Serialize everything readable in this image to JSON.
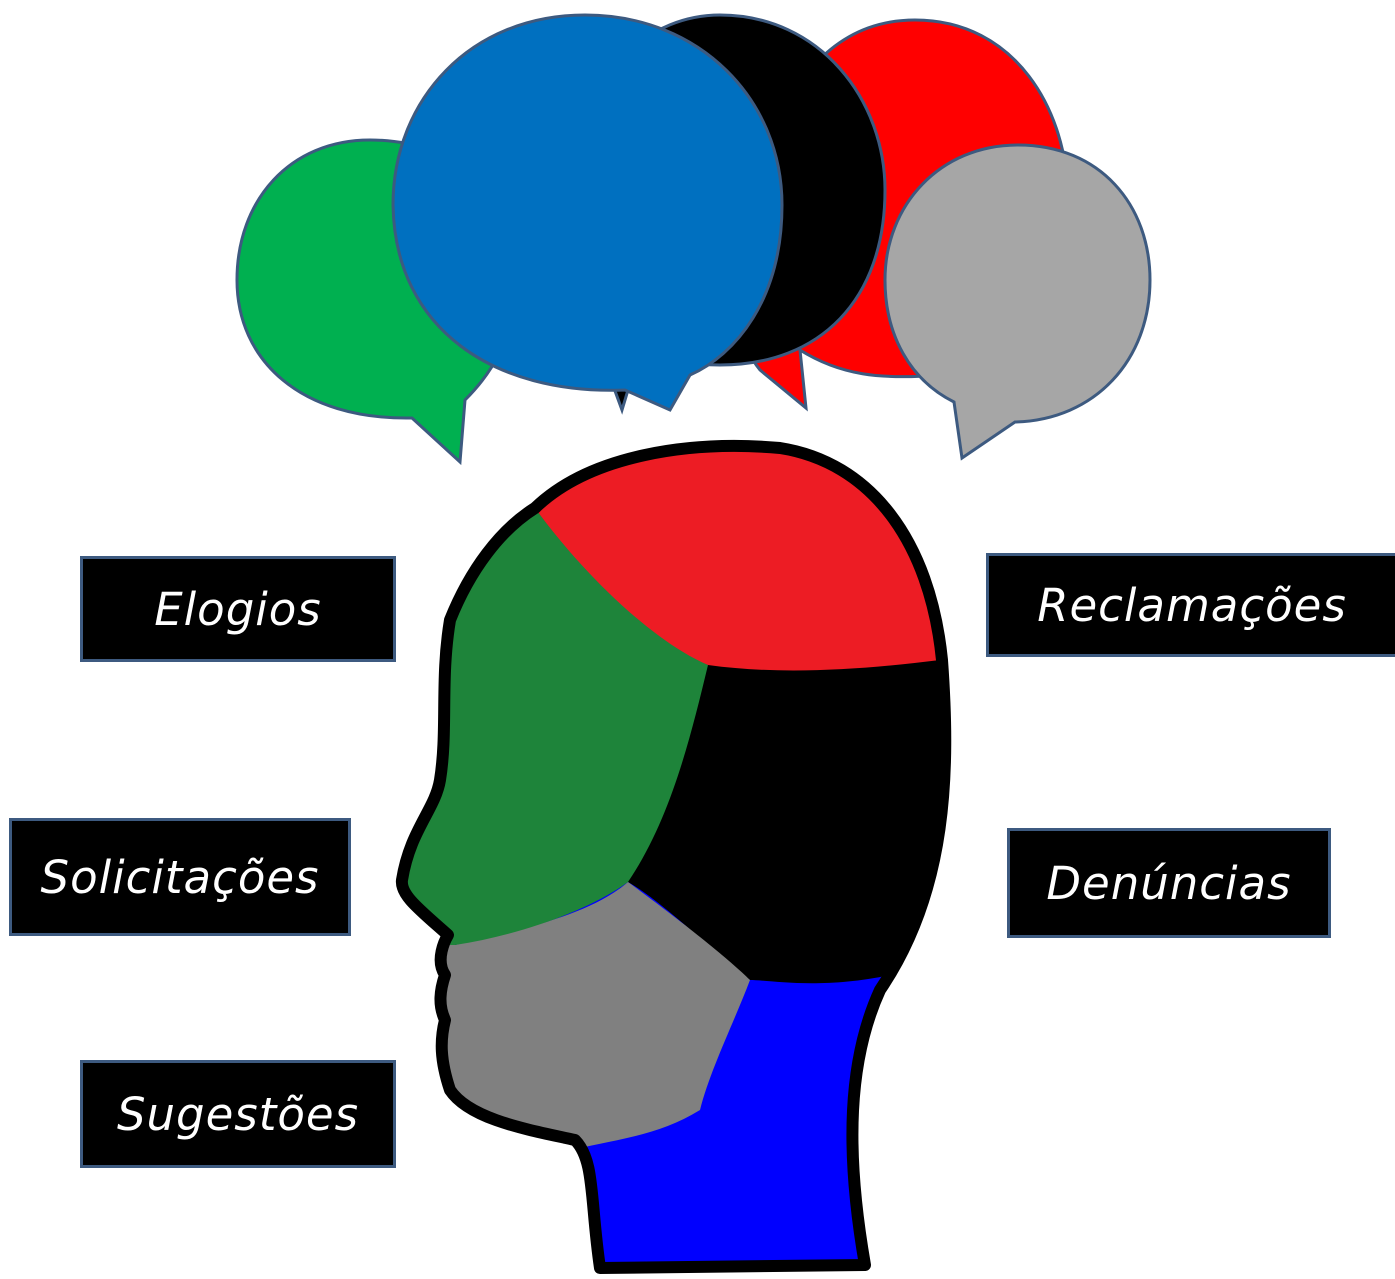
{
  "labels": {
    "elogios": "Elogios",
    "reclamacoes": "Reclamações",
    "solicitacoes": "Solicitações",
    "denuncias": "Denúncias",
    "sugestoes": "Sugestões"
  },
  "colors": {
    "bubble_green": "#00b050",
    "bubble_blue": "#0070c0",
    "bubble_black": "#000000",
    "bubble_red": "#ff0000",
    "bubble_gray": "#a6a6a6",
    "bubble_outline": "#3d5a80",
    "head_red": "#ed1c24",
    "head_green": "#1e843a",
    "head_black": "#000000",
    "head_gray": "#808080",
    "head_blue": "#0000ff",
    "label_background": "#000000",
    "label_text": "#ffffff"
  },
  "icons": [
    "speech-bubble-icon",
    "head-silhouette-icon"
  ]
}
